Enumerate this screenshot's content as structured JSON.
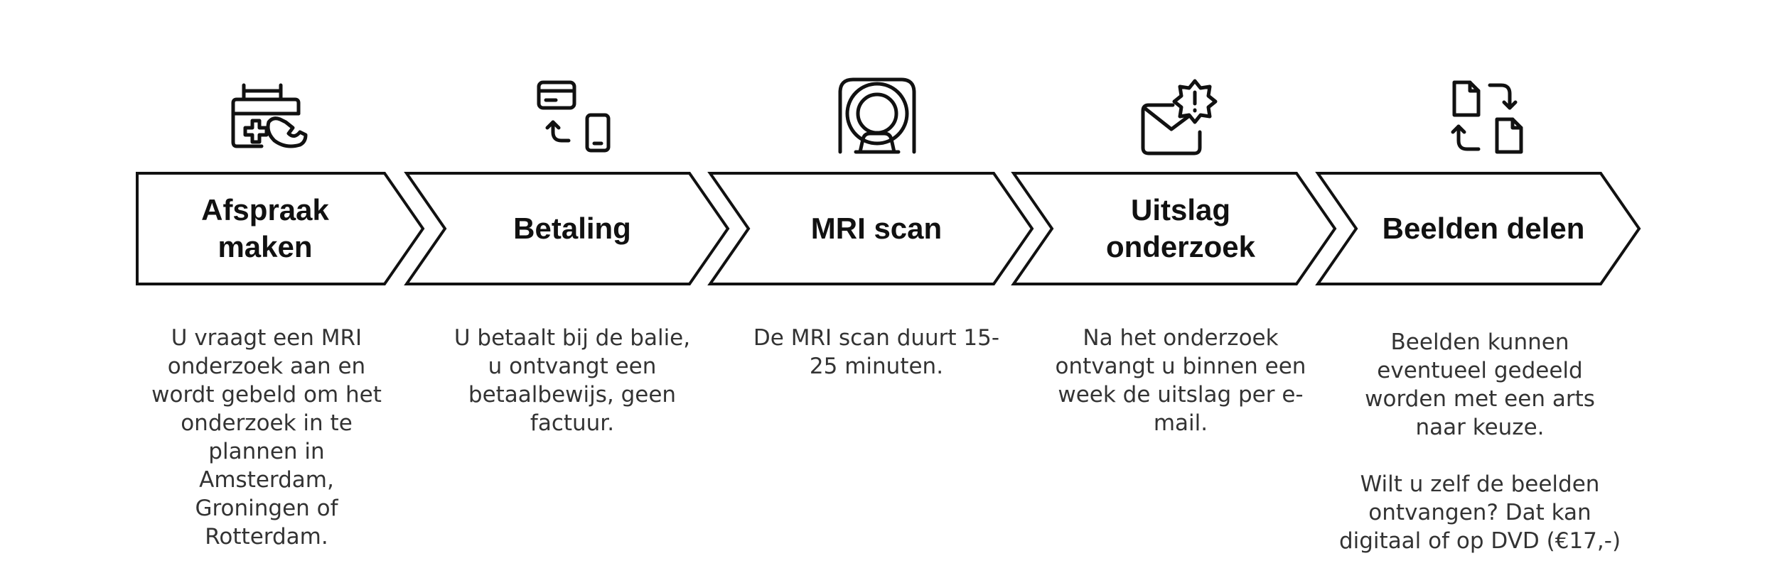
{
  "steps": [
    {
      "label_lines": [
        "Afspraak",
        "maken"
      ],
      "icon": "calendar-medical-phone-icon",
      "description": [
        "U vraagt een MRI onderzoek aan en wordt gebeld om het onderzoek in te plannen in Amsterdam, Groningen of Rotterdam."
      ]
    },
    {
      "label_lines": [
        "Betaling"
      ],
      "icon": "card-to-phone-payment-icon",
      "description": [
        "U betaalt bij de balie, u ontvangt een betaalbewijs, geen factuur."
      ]
    },
    {
      "label_lines": [
        "MRI scan"
      ],
      "icon": "mri-scanner-icon",
      "description": [
        "De MRI scan duurt 15-25 minuten."
      ]
    },
    {
      "label_lines": [
        "Uitslag",
        "onderzoek"
      ],
      "icon": "envelope-alert-icon",
      "description": [
        "Na het onderzoek ontvangt u binnen een week de uitslag per e-mail."
      ]
    },
    {
      "label_lines": [
        "Beelden delen"
      ],
      "icon": "file-exchange-icon",
      "description": [
        "Beelden kunnen eventueel gedeeld worden met een arts naar keuze.",
        "Wilt u zelf de beelden ontvangen? Dat kan digitaal of op DVD (€17,-)"
      ]
    }
  ]
}
